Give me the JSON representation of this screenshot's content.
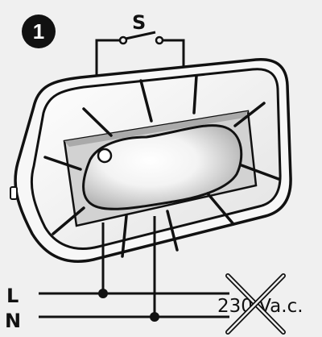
{
  "step_number": "1",
  "switch_label": "S",
  "wire_labels": {
    "line": "L",
    "neutral": "N"
  },
  "voltage_label": "230 Va.c.",
  "icons": {
    "step": "numbered-circle-icon",
    "switch": "switch-symbol-icon",
    "lamp": "wall-lamp-icon",
    "no_voltage": "cross-out-icon"
  },
  "colors": {
    "background": "#f0f0f0",
    "stroke": "#111111",
    "badge": "#111111"
  }
}
